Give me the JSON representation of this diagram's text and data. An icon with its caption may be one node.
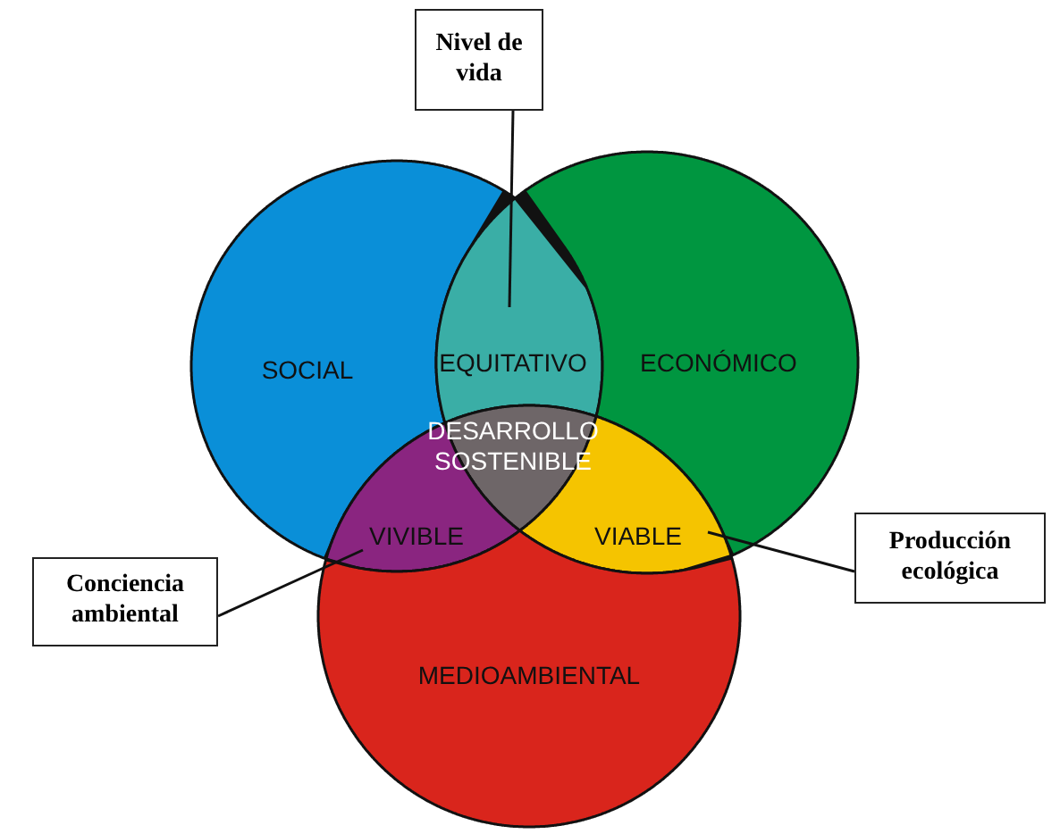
{
  "diagram": {
    "nodes": [
      {
        "text": [
          "Nivel de vida"
        ]
      },
      {
        "text": [
          "SOCIAL"
        ]
      },
      {
        "text": [
          "EQUITATIVO"
        ]
      },
      {
        "text": [
          "ECONÓMICO"
        ]
      },
      {
        "text": [
          "DESARROLLO SOSTENIBLE"
        ]
      },
      {
        "text": [
          "VIVIBLE"
        ]
      },
      {
        "text": [
          "VIABLE"
        ]
      },
      {
        "text": [
          "Conciencia ambiental"
        ]
      },
      {
        "text": [
          "Producción ecológica"
        ]
      },
      {
        "text": [
          "MEDIOAMBIENTAL"
        ]
      }
    ],
    "edges": [
      {
        "from": 0,
        "to": 2,
        "arrow": "none"
      },
      {
        "from": 7,
        "to": 5,
        "arrow": "none"
      },
      {
        "from": 8,
        "to": 6,
        "arrow": "none"
      }
    ]
  }
}
